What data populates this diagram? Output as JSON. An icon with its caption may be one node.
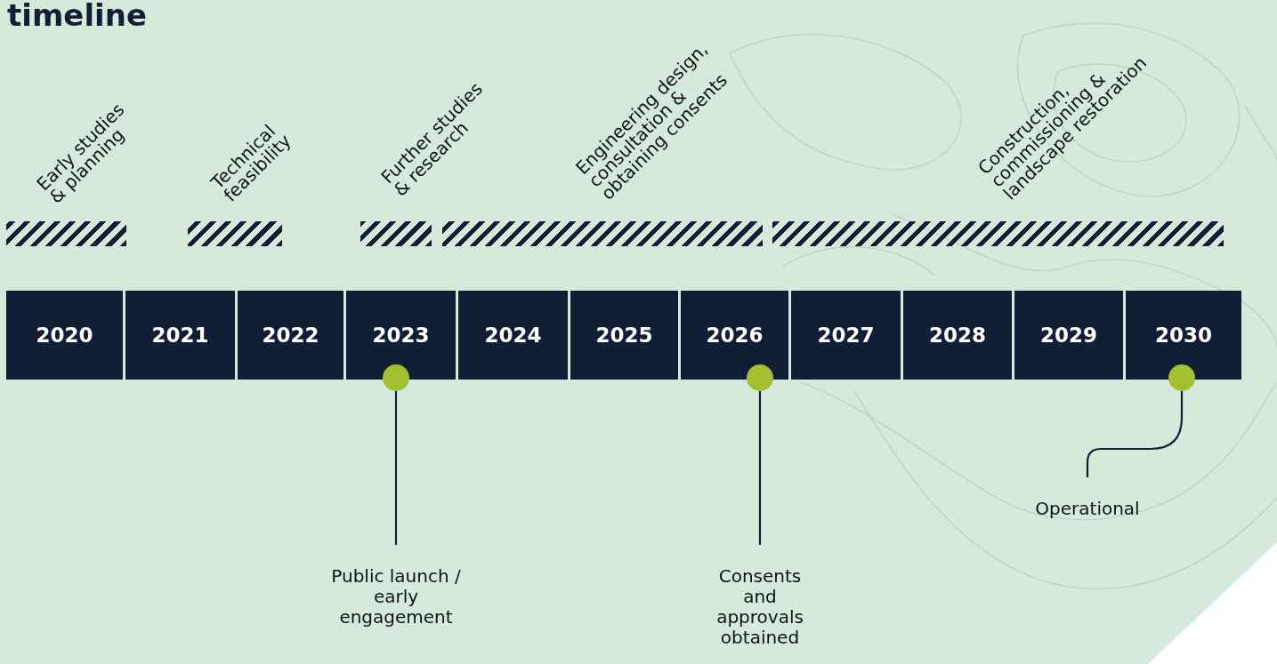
{
  "diagram": {
    "title": "timeline",
    "nodes": [
      {
        "text": [
          "2020"
        ]
      },
      {
        "text": [
          "2021"
        ]
      },
      {
        "text": [
          "2022"
        ]
      },
      {
        "text": [
          "2023"
        ]
      },
      {
        "text": [
          "2024"
        ]
      },
      {
        "text": [
          "2025"
        ]
      },
      {
        "text": [
          "2026"
        ]
      },
      {
        "text": [
          "2027"
        ]
      },
      {
        "text": [
          "2028"
        ]
      },
      {
        "text": [
          "2029"
        ]
      },
      {
        "text": [
          "2030"
        ]
      },
      {
        "text": [],
        "shape": "circle"
      },
      {
        "text": [],
        "shape": "circle"
      },
      {
        "text": [],
        "shape": "circle"
      },
      {
        "text": [
          "Public launch / early engagement"
        ]
      },
      {
        "text": [
          "Consents and approvals obtained"
        ]
      },
      {
        "text": [
          "Operational"
        ]
      },
      {
        "text": [
          "Early studies & planning"
        ]
      },
      {
        "text": [
          "Technical feasibility"
        ]
      },
      {
        "text": [
          "Further studies & research"
        ]
      },
      {
        "text": [
          "Engineering design, consultation & obtaining consents"
        ]
      },
      {
        "text": [
          "Construction, commissioning & landscape restoration"
        ]
      }
    ],
    "edges": [
      {
        "from": 11,
        "to": 14,
        "arrow": "none"
      },
      {
        "from": 12,
        "to": 15,
        "arrow": "none"
      },
      {
        "from": 13,
        "to": 16,
        "arrow": "none"
      }
    ]
  }
}
